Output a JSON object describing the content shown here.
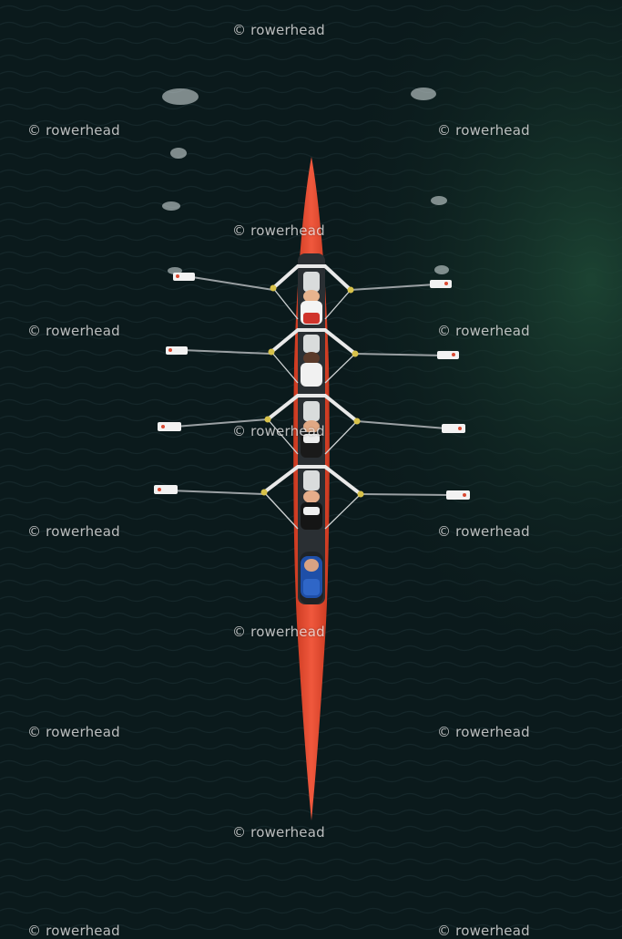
{
  "watermark": {
    "text": "© rowerhead"
  },
  "colors": {
    "water": "#0b1a1c",
    "hull": "#e8503a",
    "oar_blade": "#f2f2f2",
    "rigger": "#e9e9e9"
  },
  "boat": {
    "type": "coxed-four",
    "rowers": 4,
    "cox": 1
  }
}
